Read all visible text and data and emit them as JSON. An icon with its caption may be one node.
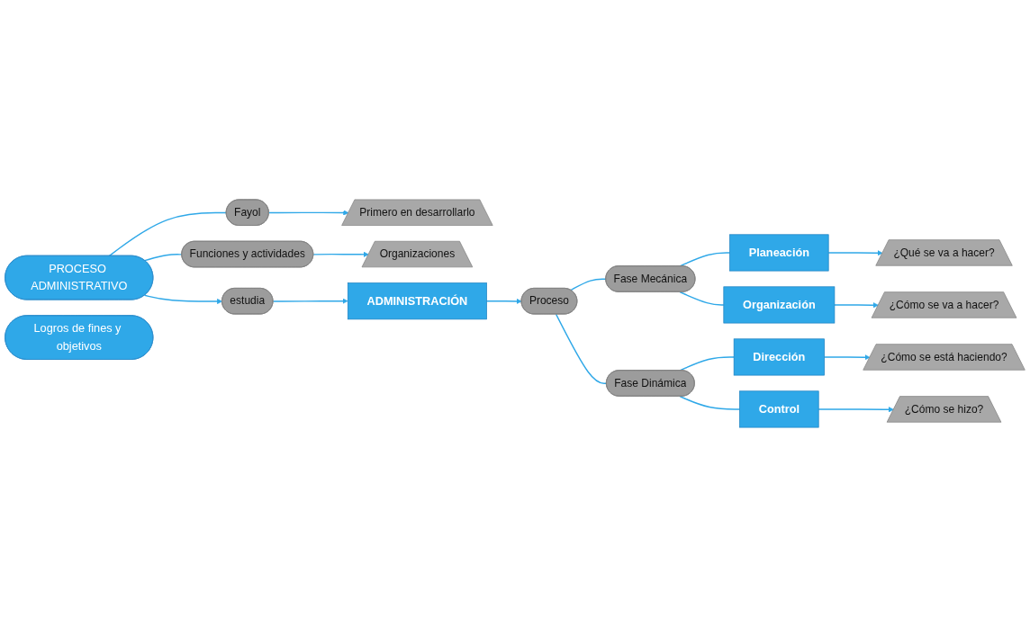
{
  "diagram": {
    "nodes": [
      {
        "text": [
          "PROCESO ADMINISTRATIVO"
        ]
      },
      {
        "text": [
          "Fayol"
        ]
      },
      {
        "text": [
          "Primero en desarrollarlo"
        ]
      },
      {
        "text": [
          "Funciones y actividades"
        ]
      },
      {
        "text": [
          "Organizaciones"
        ]
      },
      {
        "text": [
          "estudia"
        ]
      },
      {
        "text": [
          "Logros de fines y objetivos"
        ]
      },
      {
        "text": [
          "ADMINISTRACIÓN"
        ]
      },
      {
        "text": [
          "Proceso"
        ]
      },
      {
        "text": [
          "Fase Mecánica"
        ]
      },
      {
        "text": [
          "Fase Dinámica"
        ]
      },
      {
        "text": [
          "Planeación"
        ]
      },
      {
        "text": [
          "¿Qué se va a hacer?"
        ]
      },
      {
        "text": [
          "Organización"
        ]
      },
      {
        "text": [
          "¿Cómo se va a hacer?"
        ]
      },
      {
        "text": [
          "Dirección"
        ]
      },
      {
        "text": [
          "¿Cómo se está haciendo?"
        ]
      },
      {
        "text": [
          "Control"
        ]
      },
      {
        "text": [
          "¿Cómo se hizo?"
        ]
      }
    ],
    "edges": [
      {
        "from": 0,
        "to": 1,
        "arrow": "none"
      },
      {
        "from": 0,
        "to": 3,
        "arrow": "none"
      },
      {
        "from": 1,
        "to": 2,
        "arrow": "to"
      },
      {
        "from": 3,
        "to": 4,
        "arrow": "to"
      },
      {
        "from": 0,
        "to": 5,
        "arrow": "to"
      },
      {
        "from": 5,
        "to": 7,
        "arrow": "to"
      },
      {
        "from": 7,
        "to": 8,
        "arrow": "to"
      },
      {
        "from": 8,
        "to": 9,
        "arrow": "none"
      },
      {
        "from": 8,
        "to": 10,
        "arrow": "none"
      },
      {
        "from": 9,
        "to": 11,
        "arrow": "none"
      },
      {
        "from": 9,
        "to": 13,
        "arrow": "none"
      },
      {
        "from": 10,
        "to": 15,
        "arrow": "none"
      },
      {
        "from": 10,
        "to": 17,
        "arrow": "none"
      },
      {
        "from": 11,
        "to": 12,
        "arrow": "to"
      },
      {
        "from": 13,
        "to": 14,
        "arrow": "to"
      },
      {
        "from": 15,
        "to": 16,
        "arrow": "to"
      },
      {
        "from": 17,
        "to": 18,
        "arrow": "to"
      }
    ]
  }
}
